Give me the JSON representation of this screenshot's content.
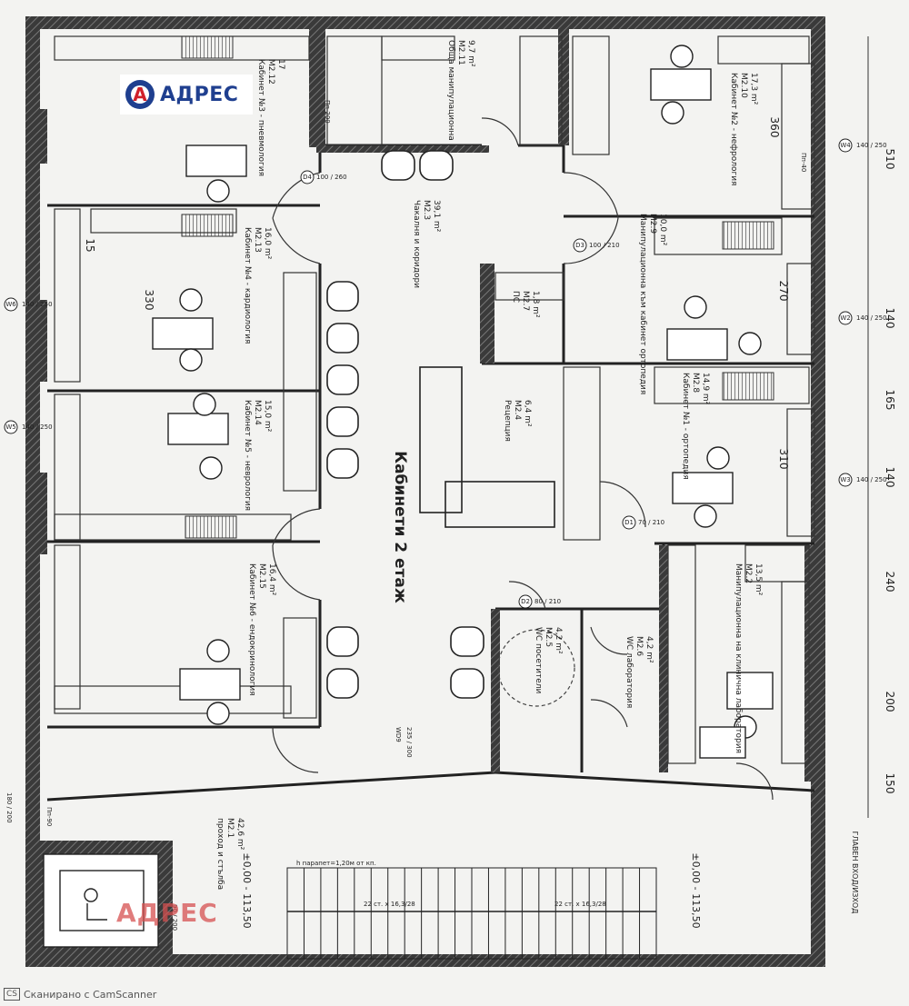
{
  "plan_title": "Кабинети 2 етаж",
  "rooms": [
    {
      "name": "Кабинет №3 - пневмология",
      "code": "M2.12",
      "area": "17"
    },
    {
      "name": "Кабинет №4 - кардиология",
      "code": "M2.13",
      "area": "16,0 m²"
    },
    {
      "name": "Кабинет №5 - неврология",
      "code": "M2.14",
      "area": "15,0 m²"
    },
    {
      "name": "Кабинет №6 - ендокринология",
      "code": "M2.15",
      "area": "16,4 m²"
    },
    {
      "name": "Обща манипулационна",
      "code": "M2.11",
      "area": "9,7 m²"
    },
    {
      "name": "Чакалня и коридори",
      "code": "M2.3",
      "area": "39,1 m²"
    },
    {
      "name": "Рецепция",
      "code": "M2.4",
      "area": "6,4 m²"
    },
    {
      "name": "Кабинет №2 - нефрология",
      "code": "M2.10",
      "area": "17,3 m²"
    },
    {
      "name": "Манипулационна към кабинет ортопедия",
      "code": "M2.9",
      "area": "10,0 m²"
    },
    {
      "name": "Кабинет №1 - ортопедия",
      "code": "M2.8",
      "area": "14,9 m²"
    },
    {
      "name": "ПС",
      "code": "M2.7",
      "area": "1,8 m²"
    },
    {
      "name": "Манипулационна на клинична лаборатория",
      "code": "M2.2",
      "area": "13,5 m²"
    },
    {
      "name": "WC посетители",
      "code": "M2.5",
      "area": "4,2 m²"
    },
    {
      "name": "WC лаборатория",
      "code": "M2.6",
      "area": "4,2 m²"
    },
    {
      "name": "проход и стълба",
      "code": "M2.1",
      "area": "42,6 m²"
    }
  ],
  "dims_right": [
    "510",
    "140",
    "165",
    "140",
    "240",
    "200",
    "150"
  ],
  "dims_inner": [
    "360",
    "270",
    "310",
    "330",
    "15"
  ],
  "window_tags": [
    {
      "id": "W2",
      "size": "140 / 250"
    },
    {
      "id": "W3",
      "size": "140 / 250"
    },
    {
      "id": "W4",
      "size": "140 / 250"
    },
    {
      "id": "W5",
      "size": "140 / 250"
    },
    {
      "id": "W6",
      "size": "140 / 250"
    }
  ],
  "door_tags": [
    {
      "id": "D4",
      "size": "100 / 260"
    },
    {
      "id": "D3",
      "size": "100 / 210"
    },
    {
      "id": "D2",
      "size": "80 / 210"
    },
    {
      "id": "D1",
      "size": "70 / 210"
    }
  ],
  "elevations": [
    "±0,00 - 113,50",
    "±0,00 - 113,50"
  ],
  "stairs": [
    "22 ст. x 16,3/28",
    "22 ст. x 16,3/28"
  ],
  "parapet": "h парапет=1,20м от кп.",
  "entrance_label": "ГЛАВЕН ВХОД/ИЗХОД",
  "misc_labels": [
    "Пп-40",
    "Пп-90",
    "Пп-200",
    "235 / 300",
    "WD9",
    "180 / 200",
    "90 / 200"
  ],
  "logo_text": "АДРЕС",
  "watermark_text": "АДРЕС",
  "footer_text": "Сканирано с CamScanner",
  "footer_badge": "CS"
}
